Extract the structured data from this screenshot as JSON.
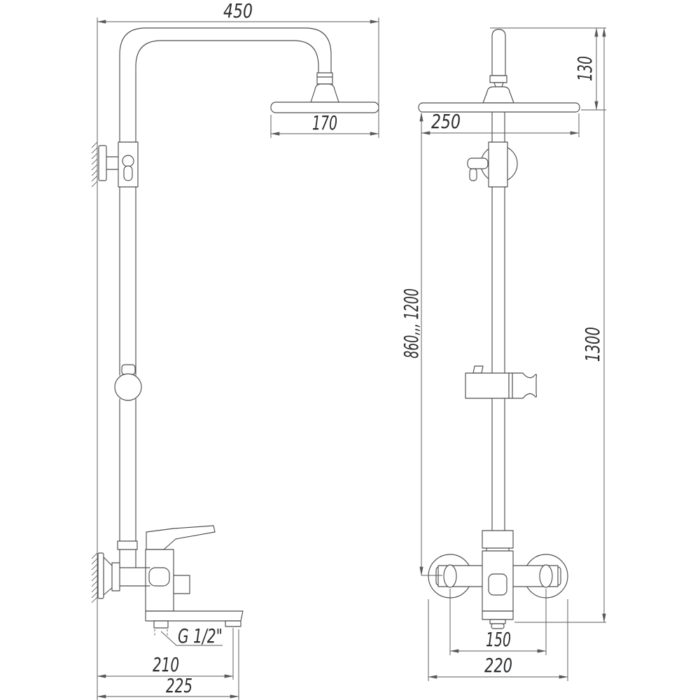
{
  "drawing": {
    "background": "#ffffff",
    "line_color": "#4c4d4f",
    "dimension_line_color": "#595a5c",
    "text_color": "#2d2e30",
    "dims": {
      "arm_reach": "450",
      "head_size": "170",
      "head_drop": "130",
      "head_width": "250",
      "rail_range": "860,,, 1200",
      "total_height": "1300",
      "thread": "G 1/2\"",
      "spout_reach": "210",
      "spout_overall": "225",
      "inlet_spacing": "150",
      "mixer_width": "220"
    }
  }
}
